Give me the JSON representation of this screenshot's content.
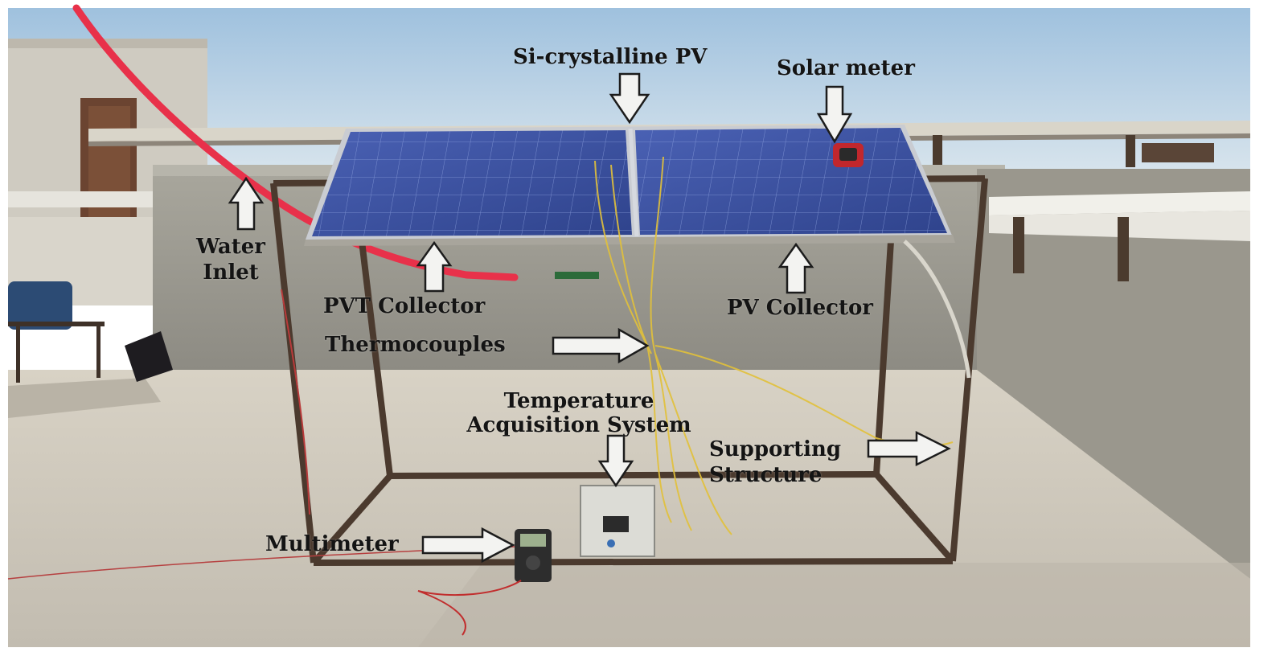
{
  "labels": {
    "si_pv": "Si-crystalline PV",
    "solar_meter": "Solar meter",
    "water": "Water",
    "inlet": "Inlet",
    "pvt_collector": "PVT Collector",
    "pv_collector": "PV Collector",
    "thermocouples": "Thermocouples",
    "temperature": "Temperature",
    "acquisition_system": "Acquisition System",
    "supporting": "Supporting",
    "structure": "Structure",
    "multimeter": "Multimeter"
  },
  "colors": {
    "sky": "#aecbe3",
    "wall": "#9b9a91",
    "floor": "#c9c5bb",
    "panel": "#3a4f9e",
    "frame": "#4a3a2e",
    "hose": "#e8314a",
    "arrow_fill": "#f3f3f1",
    "arrow_stroke": "#1c1c1c"
  }
}
